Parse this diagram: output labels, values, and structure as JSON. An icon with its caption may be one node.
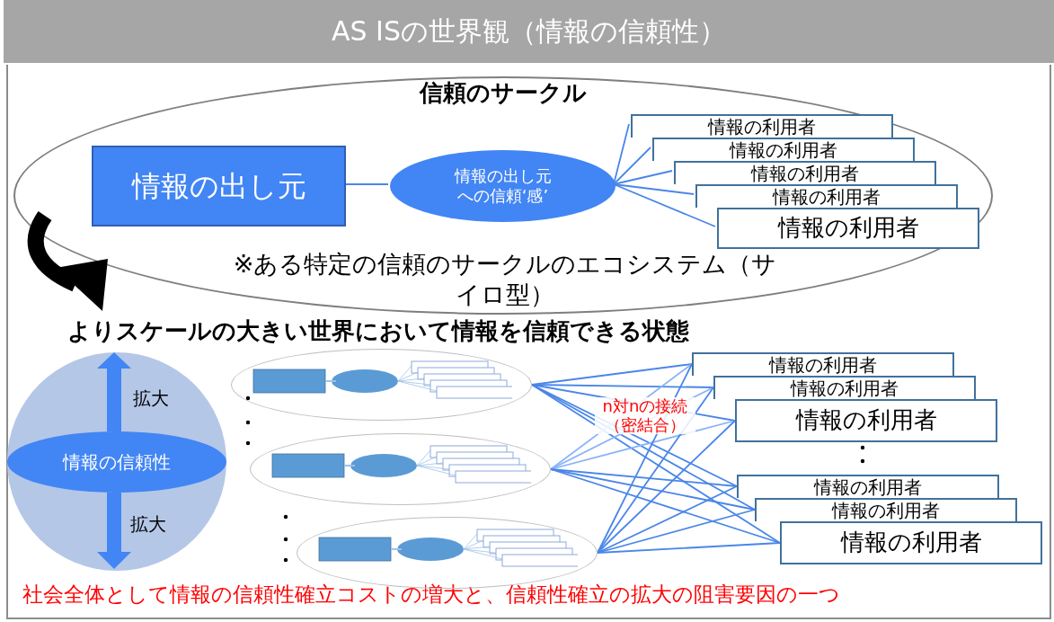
{
  "diagram": {
    "title": "AS ISの世界観（情報の信頼性）",
    "caption": "社会全体として情報の信頼性確立コストの増大と、信頼性確立の拡大の阻害要因の一つ",
    "nodes": [
      {
        "text": [
          "信頼のサークル",
          "※ある特定の信頼のサークルのエコシステム（サイロ型）"
        ]
      },
      {
        "text": [
          "情報の出し元"
        ],
        "in": 0
      },
      {
        "text": [
          "情報の出し元への信頼‘感’"
        ],
        "in": 0
      },
      {
        "text": [
          "情報の利用者"
        ],
        "in": 0
      },
      {
        "text": [
          "情報の利用者"
        ],
        "in": 0
      },
      {
        "text": [
          "情報の利用者"
        ],
        "in": 0
      },
      {
        "text": [
          "情報の利用者"
        ],
        "in": 0
      },
      {
        "text": [
          "情報の利用者"
        ],
        "in": 0
      },
      {
        "text": [
          "拡大",
          "拡大"
        ]
      },
      {
        "text": [
          "情報の信頼性"
        ],
        "in": 8
      },
      {
        "text": [],
        "shape": "ellipse"
      },
      {
        "text": [],
        "shape": "ellipse"
      },
      {
        "text": [],
        "shape": "ellipse"
      },
      {
        "text": [
          "情報の利用者"
        ]
      },
      {
        "text": [
          "情報の利用者"
        ]
      },
      {
        "text": [
          "情報の利用者"
        ]
      },
      {
        "text": [
          "情報の利用者"
        ]
      },
      {
        "text": [
          "情報の利用者"
        ]
      },
      {
        "text": [
          "情報の利用者"
        ]
      }
    ],
    "edges": [
      {
        "from": 1,
        "to": 2,
        "arrow": "none"
      },
      {
        "from": 2,
        "to": 3,
        "arrow": "none"
      },
      {
        "from": 2,
        "to": 4,
        "arrow": "none"
      },
      {
        "from": 2,
        "to": 5,
        "arrow": "none"
      },
      {
        "from": 2,
        "to": 6,
        "arrow": "none"
      },
      {
        "from": 2,
        "to": 7,
        "arrow": "none"
      },
      {
        "from": 10,
        "to": 13,
        "arrow": "none"
      },
      {
        "from": 10,
        "to": 14,
        "arrow": "none"
      },
      {
        "from": 10,
        "to": 15,
        "arrow": "none"
      },
      {
        "from": 10,
        "to": 16,
        "arrow": "none"
      },
      {
        "from": 10,
        "to": 17,
        "arrow": "none"
      },
      {
        "from": 10,
        "to": 18,
        "arrow": "none"
      },
      {
        "from": 11,
        "to": 13,
        "arrow": "none",
        "color": "#8ab4f8"
      },
      {
        "from": 11,
        "to": 14,
        "arrow": "none",
        "color": "#8ab4f8"
      },
      {
        "from": 11,
        "to": 15,
        "arrow": "none",
        "color": "#8ab4f8"
      },
      {
        "from": 11,
        "to": 16,
        "arrow": "none"
      },
      {
        "from": 11,
        "to": 17,
        "arrow": "none"
      },
      {
        "from": 11,
        "to": 18,
        "arrow": "none"
      },
      {
        "from": 12,
        "to": 13,
        "arrow": "none"
      },
      {
        "from": 12,
        "to": 14,
        "arrow": "none"
      },
      {
        "from": 12,
        "to": 15,
        "arrow": "none"
      },
      {
        "from": 12,
        "to": 16,
        "arrow": "none"
      },
      {
        "from": 12,
        "to": 17,
        "arrow": "none"
      },
      {
        "from": 12,
        "to": 18,
        "arrow": "none"
      }
    ],
    "labels": [
      "よりスケールの大きい世界において情報を信頼できる状態",
      "n対nの接続（密結合）"
    ]
  }
}
